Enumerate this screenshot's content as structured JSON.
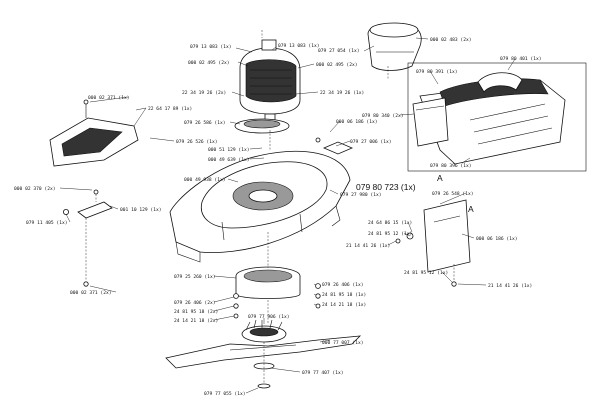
{
  "labels": {
    "l1": "079 13 083 (1x)",
    "l2": "079 13 083 (1x)",
    "l3": "000 02 495 (2x)",
    "l4": "000 02 495 (2x)",
    "l5": "22 34 19 26 (2x)",
    "l6": "22 34 19 26 (1x)",
    "l7": "079 26 586 (1x)",
    "l8": "000 51 129 (1x)",
    "l9": "000 49 639 (1x)",
    "l10": "000 06 186 (1x)",
    "l11": "079 27 006 (1x)",
    "l12": "000 49 938 (1x)",
    "l13": "079 27 980 (1x)",
    "l14": "079 27 054 (1x)",
    "l15": "000 02 483 (2x)",
    "l16": "079 80 391 (1x)",
    "l17": "079 80 401 (1x)",
    "l18": "079 80 340 (2x)",
    "l19": "079 80 396 (1x)",
    "l20": "079 80 723 (1x)",
    "l21": "079 26 548 (1x)",
    "l22": "24 64 86 15 (1x)",
    "l23": "24 81 95 12 (1x)",
    "l24": "21 14 41 26 (1x)",
    "l25": "000 06 186 (1x)",
    "l26": "24 81 95 12 (1x)",
    "l27": "21 14 41 26 (1x)",
    "l28": "000 02 371 (1x)",
    "l29": "22 64 17 89 (1x)",
    "l30": "079 26 526 (1x)",
    "l31": "000 02 370 (2x)",
    "l32": "001 10 129 (1x)",
    "l33": "079 11 405 (1x)",
    "l34": "000 02 371 (2x)",
    "l35": "079 25 260 (1x)",
    "l36": "079 26 406 (1x)",
    "l37": "24 81 95 18 (1x)",
    "l38": "24 14 21 18 (1x)",
    "l39": "079 26 406 (2x)",
    "l40": "24 81 95 18 (2x)",
    "l41": "24 14 21 18 (2x)",
    "l42": "079 77 906 (1x)",
    "l43": "000 77 007 (1x)",
    "l44": "079 77 407 (1x)",
    "l45": "079 77 055 (1x)"
  },
  "markers": {
    "a1": "A",
    "a2": "A"
  }
}
